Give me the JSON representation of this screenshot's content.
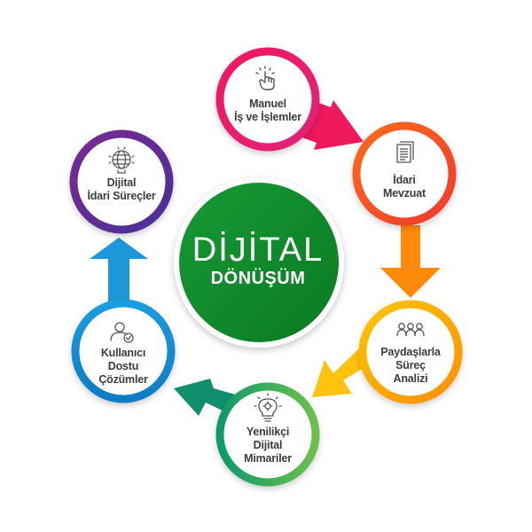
{
  "center": {
    "title": "DİJİTAL",
    "subtitle": "DÖNÜŞÜM",
    "color": "#0f8a2a"
  },
  "nodes": [
    {
      "id": "manuel",
      "lines": [
        "Manuel",
        "İş ve İşlemler"
      ],
      "icon": "pointer-hand-icon",
      "color_start": "#f2185f",
      "color_end": "#e0227a"
    },
    {
      "id": "idari-mevzuat",
      "lines": [
        "İdari",
        "Mevzuat"
      ],
      "icon": "document-icon",
      "color_start": "#ff6a1c",
      "color_end": "#f23a2a"
    },
    {
      "id": "paydaslarla",
      "lines": [
        "Paydaşlarla",
        "Süreç",
        "Analizi"
      ],
      "icon": "people-group-icon",
      "color_start": "#ffc400",
      "color_end": "#ff8f00"
    },
    {
      "id": "yenilikci",
      "lines": [
        "Yenilikçi",
        "Dijital",
        "Mimariler"
      ],
      "icon": "lightbulb-gear-icon",
      "color_start": "#0e9a6a",
      "color_end": "#6cc04a"
    },
    {
      "id": "kullanici",
      "lines": [
        "Kullanıcı",
        "Dostu",
        "Çözümler"
      ],
      "icon": "user-check-icon",
      "color_start": "#1a9de0",
      "color_end": "#0e7cc4"
    },
    {
      "id": "dijital-idari",
      "lines": [
        "Dijital",
        "İdari Süreçler"
      ],
      "icon": "globe-gear-icon",
      "color_start": "#7a2a92",
      "color_end": "#4a2f9a"
    }
  ],
  "arrows": [
    {
      "id": "arrow-manuel-to-mevzuat",
      "color": "#f0185c"
    },
    {
      "id": "arrow-mevzuat-to-paydas",
      "color": "#ff8a0c"
    },
    {
      "id": "arrow-paydas-to-yenilikci",
      "color": "#ffc20e"
    },
    {
      "id": "arrow-yenilikci-to-kullanici",
      "color": "#0f8f6e"
    },
    {
      "id": "arrow-kullanici-to-dijital",
      "color": "#1c98d8"
    }
  ],
  "colors": {
    "text": "#3c3c3c",
    "icon": "#555555"
  }
}
